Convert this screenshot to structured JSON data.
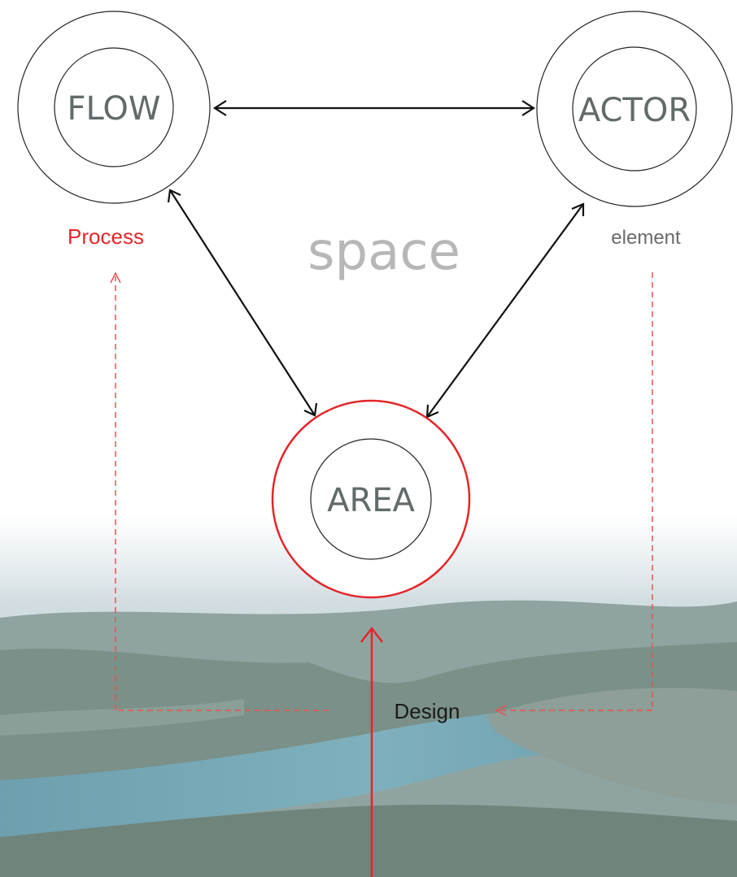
{
  "nodes": {
    "flow": {
      "label": "FLOW"
    },
    "actor": {
      "label": "ACTOR"
    },
    "area": {
      "label": "AREA"
    }
  },
  "center_label": "space",
  "side_labels": {
    "process": "Process",
    "element": "element"
  },
  "bottom_label": "Design",
  "colors": {
    "accent_red": "#e3262a",
    "dashed_red": "#e8524e",
    "node_text": "#626a6a",
    "space_text": "#b7b7b7",
    "element_text": "#6b6b6b",
    "arrow_black": "#111111"
  }
}
